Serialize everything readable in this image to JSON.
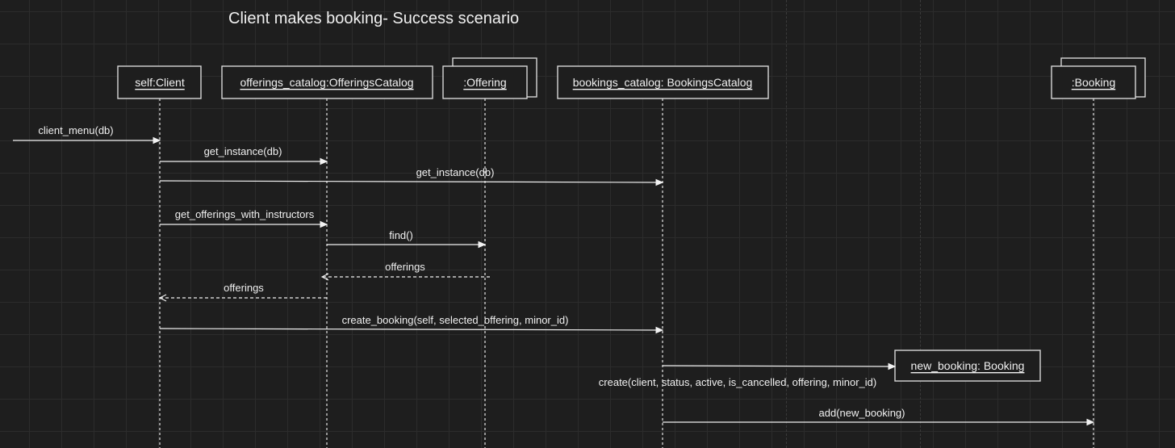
{
  "title": "Client makes booking- Success scenario",
  "colors": {
    "background": "#1e1e1e",
    "grid": "#2c2c2c",
    "stroke": "#f2f2f2"
  },
  "participants": [
    {
      "id": "client",
      "label": "self:Client",
      "stacked": false
    },
    {
      "id": "offerings_catalog",
      "label": "offerings_catalog:OfferingsCatalog",
      "stacked": false
    },
    {
      "id": "offering",
      "label": ":Offering",
      "stacked": true
    },
    {
      "id": "bookings_catalog",
      "label": "bookings_catalog: BookingsCatalog",
      "stacked": false
    },
    {
      "id": "booking",
      "label": ":Booking",
      "stacked": true
    }
  ],
  "created_object": {
    "id": "new_booking",
    "label": "new_booking: Booking"
  },
  "messages": [
    {
      "from": "actor",
      "to": "client",
      "label": "client_menu(db)",
      "kind": "sync"
    },
    {
      "from": "client",
      "to": "offerings_catalog",
      "label": "get_instance(db)",
      "kind": "sync"
    },
    {
      "from": "client",
      "to": "bookings_catalog",
      "label": "get_instance(db)",
      "kind": "sync"
    },
    {
      "from": "client",
      "to": "offerings_catalog",
      "label": "get_offerings_with_instructors",
      "kind": "sync"
    },
    {
      "from": "offerings_catalog",
      "to": "offering",
      "label": "find()",
      "kind": "sync"
    },
    {
      "from": "offering",
      "to": "offerings_catalog",
      "label": "offerings",
      "kind": "return"
    },
    {
      "from": "offerings_catalog",
      "to": "client",
      "label": "offerings",
      "kind": "return"
    },
    {
      "from": "client",
      "to": "bookings_catalog",
      "label": "create_booking(self, selected_offering, minor_id)",
      "kind": "sync"
    },
    {
      "from": "bookings_catalog",
      "to": "new_booking",
      "label": "create(client, status, active, is_cancelled, offering, minor_id)",
      "kind": "create"
    },
    {
      "from": "bookings_catalog",
      "to": "booking",
      "label": "add(new_booking)",
      "kind": "sync"
    }
  ]
}
